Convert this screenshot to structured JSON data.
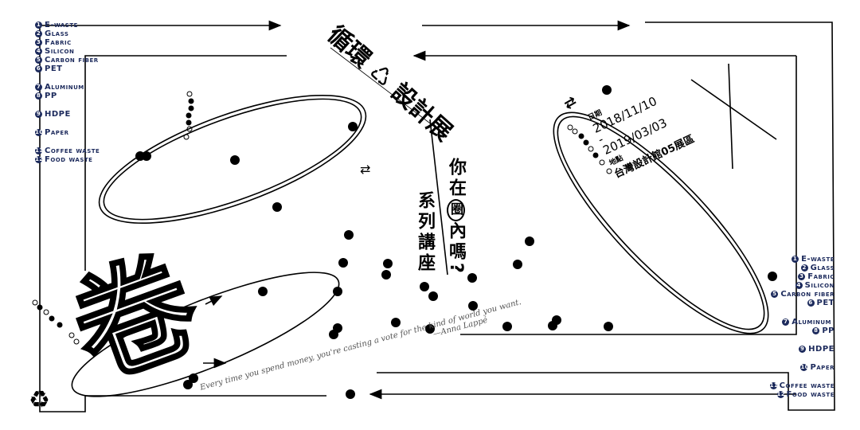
{
  "legend": [
    "E-waste",
    "Glass",
    "Fabric",
    "Silicon",
    "Carbon fiber",
    "PET",
    "Aluminum",
    "PP",
    "HDPE",
    "Paper",
    "Coffee waste",
    "Food waste"
  ],
  "title": {
    "part1": "循環",
    "part2": "設計展"
  },
  "question": {
    "part1": "你在",
    "circle": "圈",
    "part2": "內嗎?"
  },
  "series": "系列講座",
  "info": {
    "date_label": "日期",
    "date_start": "2018/11/10",
    "date_sep": "-",
    "date_end": "2019/03/03",
    "place_label": "地點",
    "place": "台灣設計館05展區"
  },
  "big_char": "卷",
  "quote": {
    "line1": "Every time you spend money, you're casting a vote for the kind of world you want.",
    "author": "—Anna Lappé"
  },
  "recycle_icon": "recycle-icon",
  "colors": {
    "legend": "#1c2a5c",
    "ink": "#000000"
  }
}
